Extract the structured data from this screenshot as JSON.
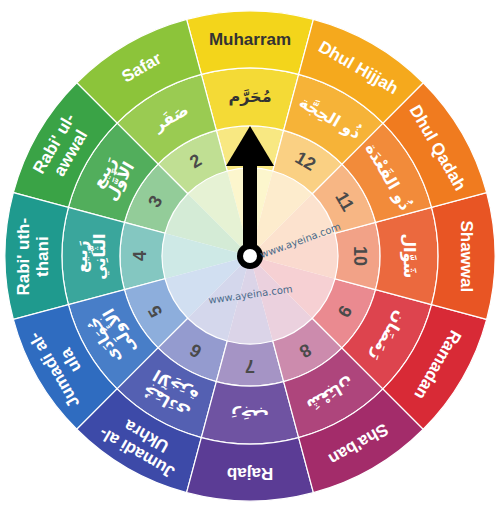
{
  "diagram": {
    "nodes": [
      {
        "text": [
          "Muharram",
          "مُحَرَّم"
        ]
      },
      {
        "text": [
          "Safar",
          "صَفَر",
          "2"
        ]
      },
      {
        "text": [
          "Rabi' ul-awwal",
          "رَبِيع الأَوَّل",
          "3"
        ]
      },
      {
        "text": [
          "Rabi' uth-thani",
          "رَبِيع الثَّانِي",
          "4"
        ]
      },
      {
        "text": [
          "Jumadi al-ula",
          "جُمَادَى الأُولَى",
          "5"
        ]
      },
      {
        "text": [
          "Jumadi al-Ukhra",
          "جُمَادَى الآخِرَة",
          "6"
        ]
      },
      {
        "text": [
          "Rajab",
          "رَجَب",
          "7"
        ]
      },
      {
        "text": [
          "Sha'ban",
          "شَعْبَان",
          "8"
        ]
      },
      {
        "text": [
          "Ramadan",
          "رَمَضَان",
          "9"
        ]
      },
      {
        "text": [
          "Shawwal",
          "شَوَّال",
          "10"
        ]
      },
      {
        "text": [
          "Dhul Qadah",
          "ذُو القَعْدَة",
          "11"
        ]
      },
      {
        "text": [
          "Dhul Hijjah",
          "ذُو الحِجَّة",
          "12"
        ]
      }
    ],
    "labels": [
      "www.ayeina.com",
      "www.ayeina.com"
    ]
  }
}
